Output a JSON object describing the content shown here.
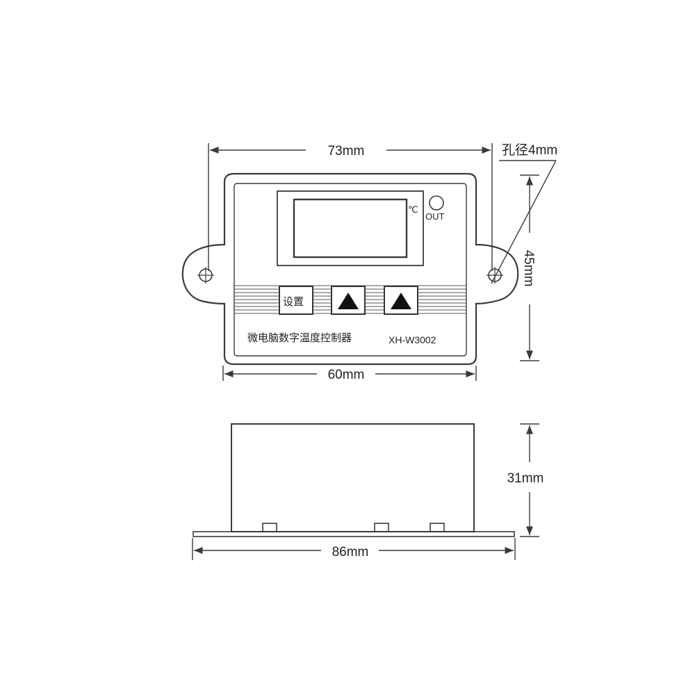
{
  "dimensions": {
    "top_width": "73mm",
    "hole_diameter": "孔径4mm",
    "front_height": "45mm",
    "panel_width": "60mm",
    "side_height": "31mm",
    "side_width": "86mm"
  },
  "device": {
    "unit_symbol": "℃",
    "out_label": "OUT",
    "set_button_label": "设置",
    "product_name": "微电脑数字温度控制器",
    "model": "XH-W3002"
  }
}
